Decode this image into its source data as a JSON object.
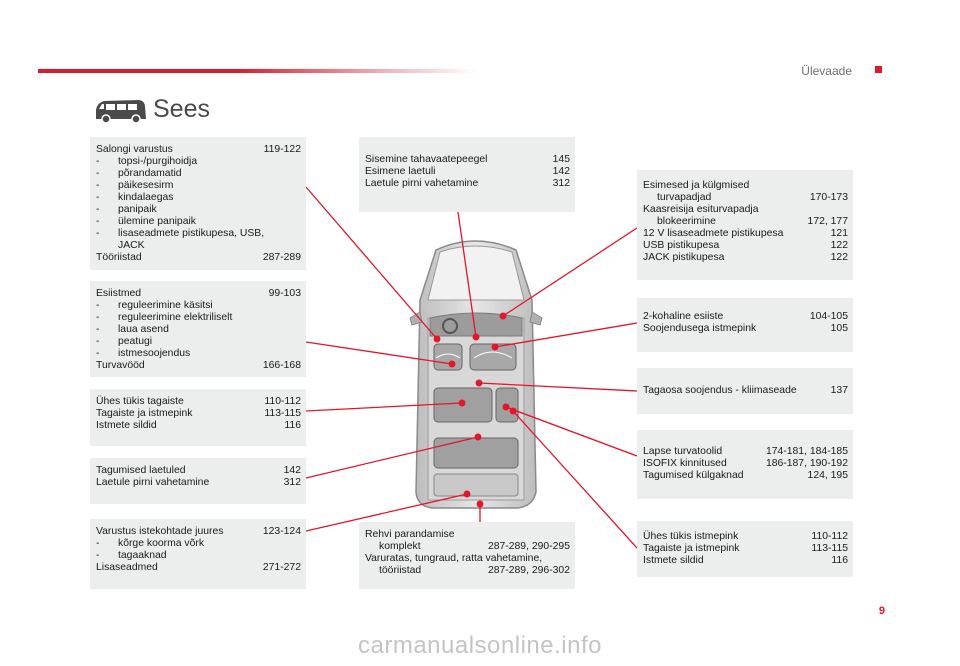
{
  "header": {
    "section": "Ülevaade",
    "page_number": "9",
    "title": "Sees",
    "accent": "#e3162a"
  },
  "left_boxes": {
    "interior": {
      "lines": [
        {
          "text": "Salongi varustus",
          "page": "119-122",
          "type": "row"
        },
        {
          "text": "topsi-/purgihoidja",
          "type": "sub"
        },
        {
          "text": "põrandamatid",
          "type": "sub"
        },
        {
          "text": "päikesesirm",
          "type": "sub"
        },
        {
          "text": "kindalaegas",
          "type": "sub"
        },
        {
          "text": "panipaik",
          "type": "sub"
        },
        {
          "text": "ülemine panipaik",
          "type": "sub"
        },
        {
          "text": "lisaseadmete pistikupesa, USB,",
          "type": "sub"
        },
        {
          "text": "JACK",
          "type": "subcont"
        },
        {
          "text": "Tööriistad",
          "page": "287-289",
          "type": "row"
        }
      ]
    },
    "seats": {
      "lines": [
        {
          "text": "Esiistmed",
          "page": "99-103",
          "type": "row"
        },
        {
          "text": "reguleerimine käsitsi",
          "type": "sub"
        },
        {
          "text": "reguleerimine elektriliselt",
          "type": "sub"
        },
        {
          "text": "laua asend",
          "type": "sub"
        },
        {
          "text": "peatugi",
          "type": "sub"
        },
        {
          "text": "istmesoojendus",
          "type": "sub"
        },
        {
          "text": "Turvavööd",
          "page": "166-168",
          "type": "row"
        }
      ]
    },
    "rear_bench": {
      "lines": [
        {
          "text": "Ühes tükis tagaiste",
          "page": "110-112",
          "type": "row"
        },
        {
          "text": "Tagaiste ja istmepink",
          "page": "113-115",
          "type": "row"
        },
        {
          "text": "Istmete sildid",
          "page": "116",
          "type": "row"
        }
      ]
    },
    "rear_lights": {
      "lines": [
        {
          "text": "Tagumised laetuled",
          "page": "142",
          "type": "row"
        },
        {
          "text": "Laetule pirni vahetamine",
          "page": "312",
          "type": "row"
        }
      ]
    },
    "load": {
      "lines": [
        {
          "text": "Varustus istekohtade juures",
          "page": "123-124",
          "type": "row"
        },
        {
          "text": "kõrge koorma võrk",
          "type": "sub"
        },
        {
          "text": "tagaaknad",
          "type": "sub"
        },
        {
          "text": "Lisaseadmed",
          "page": "271-272",
          "type": "row"
        }
      ]
    }
  },
  "center_boxes": {
    "mirror": {
      "lines": [
        {
          "text": "Sisemine tahavaatepeegel",
          "page": "145",
          "type": "row"
        },
        {
          "text": "Esimene laetuli",
          "page": "142",
          "type": "row"
        },
        {
          "text": "Laetule pirni vahetamine",
          "page": "312",
          "type": "row"
        }
      ]
    },
    "tyre": {
      "lines": [
        {
          "text": "Rehvi parandamise",
          "type": "plain"
        },
        {
          "text": "komplekt",
          "page": "287-289, 290-295",
          "type": "rowindent"
        },
        {
          "text": "Varuratas, tungraud, ratta vahetamine,",
          "type": "plain"
        },
        {
          "text": "tööriistad",
          "page": "287-289, 296-302",
          "type": "rowindent"
        }
      ]
    }
  },
  "right_boxes": {
    "airbags": {
      "lines": [
        {
          "text": "Esimesed ja külgmised",
          "type": "plain"
        },
        {
          "text": "turvapadjad",
          "page": "170-173",
          "type": "rowindent"
        },
        {
          "text": "Kaasreisija esiturvapadja",
          "type": "plain"
        },
        {
          "text": "blokeerimine",
          "page": "172, 177",
          "type": "rowindent"
        },
        {
          "text": "12 V lisaseadmete pistikupesa",
          "page": "121",
          "type": "row"
        },
        {
          "text": "USB pistikupesa",
          "page": "122",
          "type": "row"
        },
        {
          "text": "JACK pistikupesa",
          "page": "122",
          "type": "row"
        }
      ]
    },
    "bench2": {
      "lines": [
        {
          "text": "2-kohaline esiiste",
          "page": "104-105",
          "type": "row"
        },
        {
          "text": "Soojendusega istmepink",
          "page": "105",
          "type": "row"
        }
      ]
    },
    "heating": {
      "lines": [
        {
          "text": "Tagaosa soojendus - kliimaseade",
          "page": "137",
          "type": "row"
        }
      ]
    },
    "child": {
      "lines": [
        {
          "text": "Lapse turvatoolid",
          "page": "174-181, 184-185",
          "type": "row"
        },
        {
          "text": "ISOFIX kinnitused",
          "page": "186-187, 190-192",
          "type": "row"
        },
        {
          "text": "Tagumised külgaknad",
          "page": "124, 195",
          "type": "row"
        }
      ]
    },
    "bench1": {
      "lines": [
        {
          "text": "Ühes tükis istmepink",
          "page": "110-112",
          "type": "row"
        },
        {
          "text": "Tagaiste ja istmepink",
          "page": "113-115",
          "type": "row"
        },
        {
          "text": "Istmete sildid",
          "page": "116",
          "type": "row"
        }
      ]
    }
  },
  "watermark": "carmanualsonline.info"
}
